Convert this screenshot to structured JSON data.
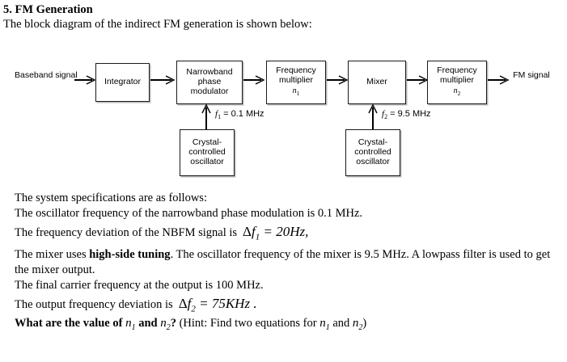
{
  "document": {
    "title": "5. FM Generation",
    "subtitle": "The block diagram of the indirect FM generation is shown below:"
  },
  "diagram": {
    "input_label_line1": "Baseband",
    "input_label_line2": "signal",
    "output_label_line1": "FM",
    "output_label_line2": "signal",
    "blocks": [
      {
        "id": "integrator",
        "lines": [
          "Integrator"
        ],
        "sub": ""
      },
      {
        "id": "nbpm",
        "lines": [
          "Narrowband",
          "phase",
          "modulator"
        ],
        "sub": ""
      },
      {
        "id": "freq-mult-1",
        "lines": [
          "Frequency",
          "multiplier"
        ],
        "sub": "n1"
      },
      {
        "id": "mixer",
        "lines": [
          "Mixer"
        ],
        "sub": ""
      },
      {
        "id": "freq-mult-2",
        "lines": [
          "Frequency",
          "multiplier"
        ],
        "sub": "n2"
      },
      {
        "id": "xtal-osc-1",
        "lines": [
          "Crystal-",
          "controlled",
          "oscillator"
        ],
        "sub": ""
      },
      {
        "id": "xtal-osc-2",
        "lines": [
          "Crystal-",
          "controlled",
          "oscillator"
        ],
        "sub": ""
      }
    ],
    "freq_label_1": "= 0.1 MHz",
    "freq_label_1_sym": "f",
    "freq_label_1_idx": "1",
    "freq_label_2": "= 9.5 MHz",
    "freq_label_2_sym": "f",
    "freq_label_2_idx": "2"
  },
  "specs": {
    "intro": "The system specifications are as follows:",
    "line_osc": "The oscillator frequency of the narrowband phase modulation is 0.1 MHz.",
    "line_dev_prefix": "The frequency deviation of the NBFM signal is",
    "line_dev_math_sym": "Δf",
    "line_dev_math_idx": "1",
    "line_dev_math_rest": "= 20Hz,",
    "line_mixer_a": "The mixer uses ",
    "line_mixer_bold": "high-side tuning",
    "line_mixer_b": ". The oscillator frequency of the mixer is 9.5 MHz. A lowpass filter is used to get the mixer output.",
    "line_carrier": "The final carrier frequency at the output is 100 MHz.",
    "line_out_dev_prefix": "The output frequency deviation is",
    "line_out_dev_math_sym": "Δf",
    "line_out_dev_math_idx": "2",
    "line_out_dev_math_rest": "= 75KHz ."
  },
  "question": {
    "bold_prefix": "What are the value of",
    "var1_sym": "n",
    "var1_idx": "1",
    "and_text": "and",
    "var2_sym": "n",
    "var2_idx": "2",
    "qmark": "?",
    "hint_prefix": "(Hint: Find two equations for",
    "hint_var1_sym": "n",
    "hint_var1_idx": "1",
    "hint_and": "and",
    "hint_var2_sym": "n",
    "hint_var2_idx": "2",
    "hint_close": ")"
  },
  "colors": {
    "ink": "#000000",
    "box_border": "#1a1a1a",
    "box_shadow": "#b9b9b9",
    "page": "#ffffff"
  }
}
